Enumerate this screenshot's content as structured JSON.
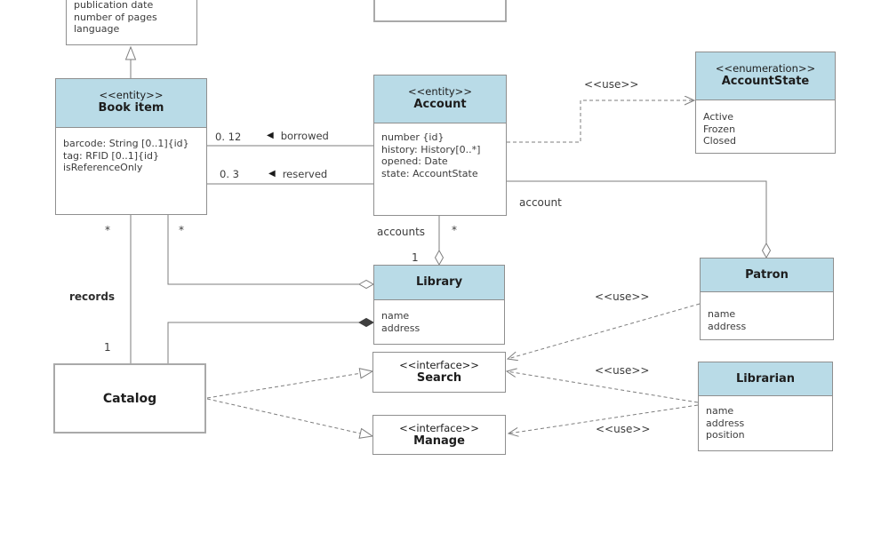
{
  "colors": {
    "header_fill": "#b9dbe7",
    "border_color": "#8f8f8f",
    "line_color": "#7e7e7e"
  },
  "classes": {
    "publication": {
      "attrs": [
        "publication date",
        "number of pages",
        "language"
      ]
    },
    "book_item": {
      "stereotype": "<<entity>>",
      "name": "Book item",
      "attrs": [
        "barcode: String [0..1]{id}",
        "tag: RFID [0..1]{id}",
        "isReferenceOnly"
      ]
    },
    "account": {
      "stereotype": "<<entity>>",
      "name": "Account",
      "attrs": [
        "number {id}",
        "history: History[0..*]",
        "opened: Date",
        "state: AccountState"
      ]
    },
    "account_state": {
      "stereotype": "<<enumeration>>",
      "name": "AccountState",
      "attrs": [
        "Active",
        "Frozen",
        "Closed"
      ]
    },
    "library": {
      "name": "Library",
      "attrs": [
        "name",
        "address"
      ]
    },
    "patron": {
      "name": "Patron",
      "attrs": [
        "name",
        "address"
      ]
    },
    "librarian": {
      "name": "Librarian",
      "attrs": [
        "name",
        "address",
        "position"
      ]
    },
    "catalog": {
      "name": "Catalog"
    },
    "search": {
      "stereotype": "<<interface>>",
      "name": "Search"
    },
    "manage": {
      "stereotype": "<<interface>>",
      "name": "Manage"
    }
  },
  "labels": {
    "use": "<<use>>",
    "borrowed_mult": "0. 12",
    "borrowed_name": "borrowed",
    "reserved_mult": "0. 3",
    "reserved_name": "reserved",
    "direction_marker": "◀",
    "account_role": "account",
    "accounts_role": "accounts",
    "records_role": "records",
    "star": "*",
    "one": "1"
  }
}
